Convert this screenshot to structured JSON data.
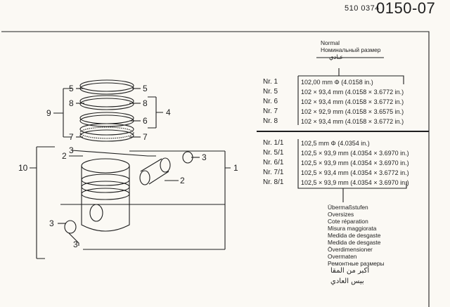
{
  "header": {
    "code": "510 0374",
    "number": "0150-07"
  },
  "normal_captions": [
    "Normal",
    "Номинальный размер",
    "عـادي"
  ],
  "normal_rows": [
    {
      "nr": "Nr. 1",
      "spec": "102,00 mm Φ (4.0158 in.)"
    },
    {
      "nr": "Nr. 5",
      "spec": "102 × 93,4 mm (4.0158 × 3.6772 in.)"
    },
    {
      "nr": "Nr. 6",
      "spec": "102 × 93,4 mm (4.0158 × 3.6772 in.)"
    },
    {
      "nr": "Nr. 7",
      "spec": "102 × 92,9 mm (4.0158 × 3.6575 in.)"
    },
    {
      "nr": "Nr. 8",
      "spec": "102 × 93,4 mm (4.0158 × 3.6772 in.)"
    }
  ],
  "oversize_rows": [
    {
      "nr": "Nr. 1/1",
      "spec": "102,5 mm Φ (4.0354 in.)"
    },
    {
      "nr": "Nr. 5/1",
      "spec": "102,5 × 93,9 mm (4.0354 × 3.6970 in.)"
    },
    {
      "nr": "Nr. 6/1",
      "spec": "102,5 × 93,9 mm (4.0354 × 3.6970 in.)"
    },
    {
      "nr": "Nr. 7/1",
      "spec": "102,5 × 93,4 mm (4.0354 × 3.6772 in.)"
    },
    {
      "nr": "Nr. 8/1",
      "spec": "102,5 × 93,9 mm (4.0354 × 3.6970 in.)"
    }
  ],
  "oversize_captions": [
    "Übermaßstufen",
    "Oversizes",
    "Cote réparation",
    "Misura maggiorata",
    "Medida de desgaste",
    "Medida de desgaste",
    "Överdimensioner",
    "Overmaten",
    "Ремонтные размеры"
  ],
  "oversize_arabic": [
    "أكبر من المقا",
    "بيس العادي"
  ],
  "callouts": {
    "c5l": "5",
    "c5r": "5",
    "c8l": "8",
    "c8r": "8",
    "c9": "9",
    "c6": "6",
    "c4": "4",
    "c7l": "7",
    "c7r": "7",
    "c3a": "3",
    "c2a": "2",
    "c3b": "3",
    "c10": "10",
    "c1": "1",
    "c2b": "2",
    "c3c": "3",
    "c3d": "3"
  }
}
